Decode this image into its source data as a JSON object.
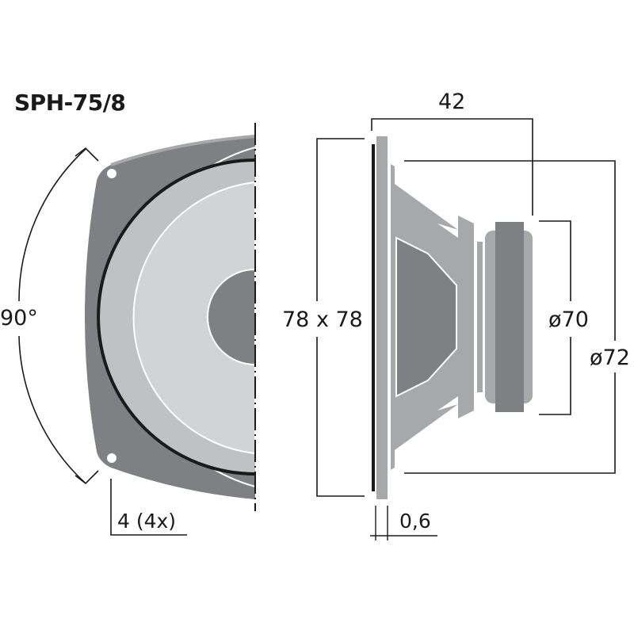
{
  "title": "SPH-75/8",
  "front_view": {
    "angle_label": "90°",
    "mounting_hole_label": "4 (4x)"
  },
  "side_view": {
    "depth_label": "42",
    "frame_size_label": "78 x 78",
    "magnet_diameter_label": "ø70",
    "basket_diameter_label": "ø72",
    "flange_thickness_label": "0,6"
  },
  "colors": {
    "frame_dark": "#7f8083",
    "basket_mid": "#a7a8aa",
    "cone_light": "#d2d3d5",
    "surround": "#c0c1c3",
    "line": "#1a1a1a"
  }
}
